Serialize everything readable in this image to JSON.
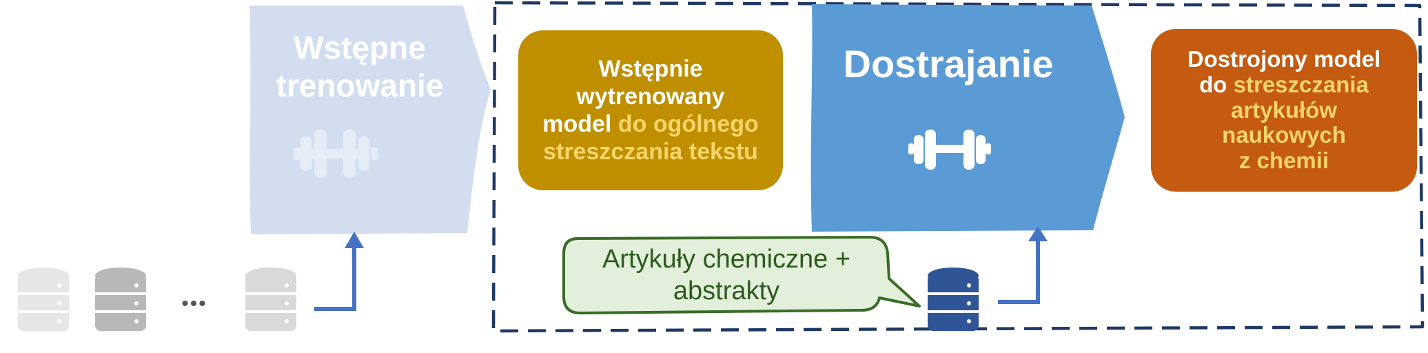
{
  "stage1": {
    "title_line1": "Wstępne",
    "title_line2": "trenowanie"
  },
  "box1": {
    "line1": "Wstępnie",
    "line2": "wytrenowany",
    "line3_plain": "model",
    "line3_highlight": " do ogólnego",
    "line4_highlight": "streszczania tekstu"
  },
  "stage2": {
    "title": "Dostrajanie"
  },
  "box2": {
    "line1": "Dostrojony model",
    "line2_plain": "do",
    "line2_highlight": " streszczania",
    "line3_highlight": "artykułów",
    "line4_highlight": "naukowych",
    "line5_highlight": "z chemii"
  },
  "callout": {
    "line1": "Artykuły chemiczne +",
    "line2": "abstrakty"
  },
  "ellipsis": "•••",
  "icons": [
    "database-icon",
    "dumbbell-icon",
    "arrow-icon"
  ],
  "colors": {
    "stage1_fill": "#d2def0",
    "stage2_fill": "#5b9bd5",
    "box1_fill": "#bf8f00",
    "box2_fill": "#c55a11",
    "highlight_text": "#f7d46a",
    "dashed_border": "#1f3864",
    "arrow": "#4472c4",
    "callout_fill": "#e2efda",
    "callout_border": "#3a6b27",
    "db_light": "#e6e6e6",
    "db_mid": "#b8b8b8",
    "db_dark": "#2f5597"
  }
}
